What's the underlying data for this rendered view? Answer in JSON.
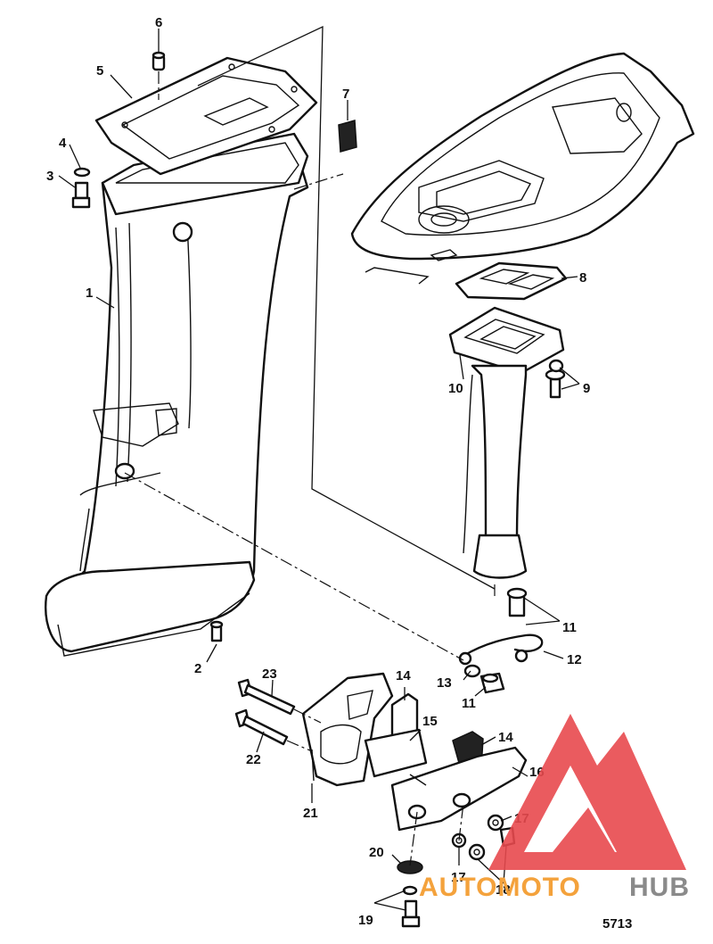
{
  "callouts": [
    {
      "id": "c1",
      "text": "1"
    },
    {
      "id": "c2",
      "text": "2"
    },
    {
      "id": "c3",
      "text": "3"
    },
    {
      "id": "c4",
      "text": "4"
    },
    {
      "id": "c5",
      "text": "5"
    },
    {
      "id": "c6",
      "text": "6"
    },
    {
      "id": "c7",
      "text": "7"
    },
    {
      "id": "c8",
      "text": "8"
    },
    {
      "id": "c9",
      "text": "9"
    },
    {
      "id": "c10",
      "text": "10"
    },
    {
      "id": "c11a",
      "text": "11"
    },
    {
      "id": "c11b",
      "text": "11"
    },
    {
      "id": "c12",
      "text": "12"
    },
    {
      "id": "c13",
      "text": "13"
    },
    {
      "id": "c14a",
      "text": "14"
    },
    {
      "id": "c14b",
      "text": "14"
    },
    {
      "id": "c15",
      "text": "15"
    },
    {
      "id": "c16",
      "text": "16"
    },
    {
      "id": "c17a",
      "text": "17"
    },
    {
      "id": "c17b",
      "text": "17"
    },
    {
      "id": "c18",
      "text": "18"
    },
    {
      "id": "c19",
      "text": "19"
    },
    {
      "id": "c20",
      "text": "20"
    },
    {
      "id": "c21",
      "text": "21"
    },
    {
      "id": "c22",
      "text": "22"
    },
    {
      "id": "c23",
      "text": "23"
    }
  ],
  "figure_number": "5713",
  "watermark": {
    "part1": "AUTOMOTO",
    "part2": "HUB",
    "colors": {
      "red": "#e8494e",
      "orange": "#f4a23c",
      "gray": "#8a8a8a"
    }
  }
}
